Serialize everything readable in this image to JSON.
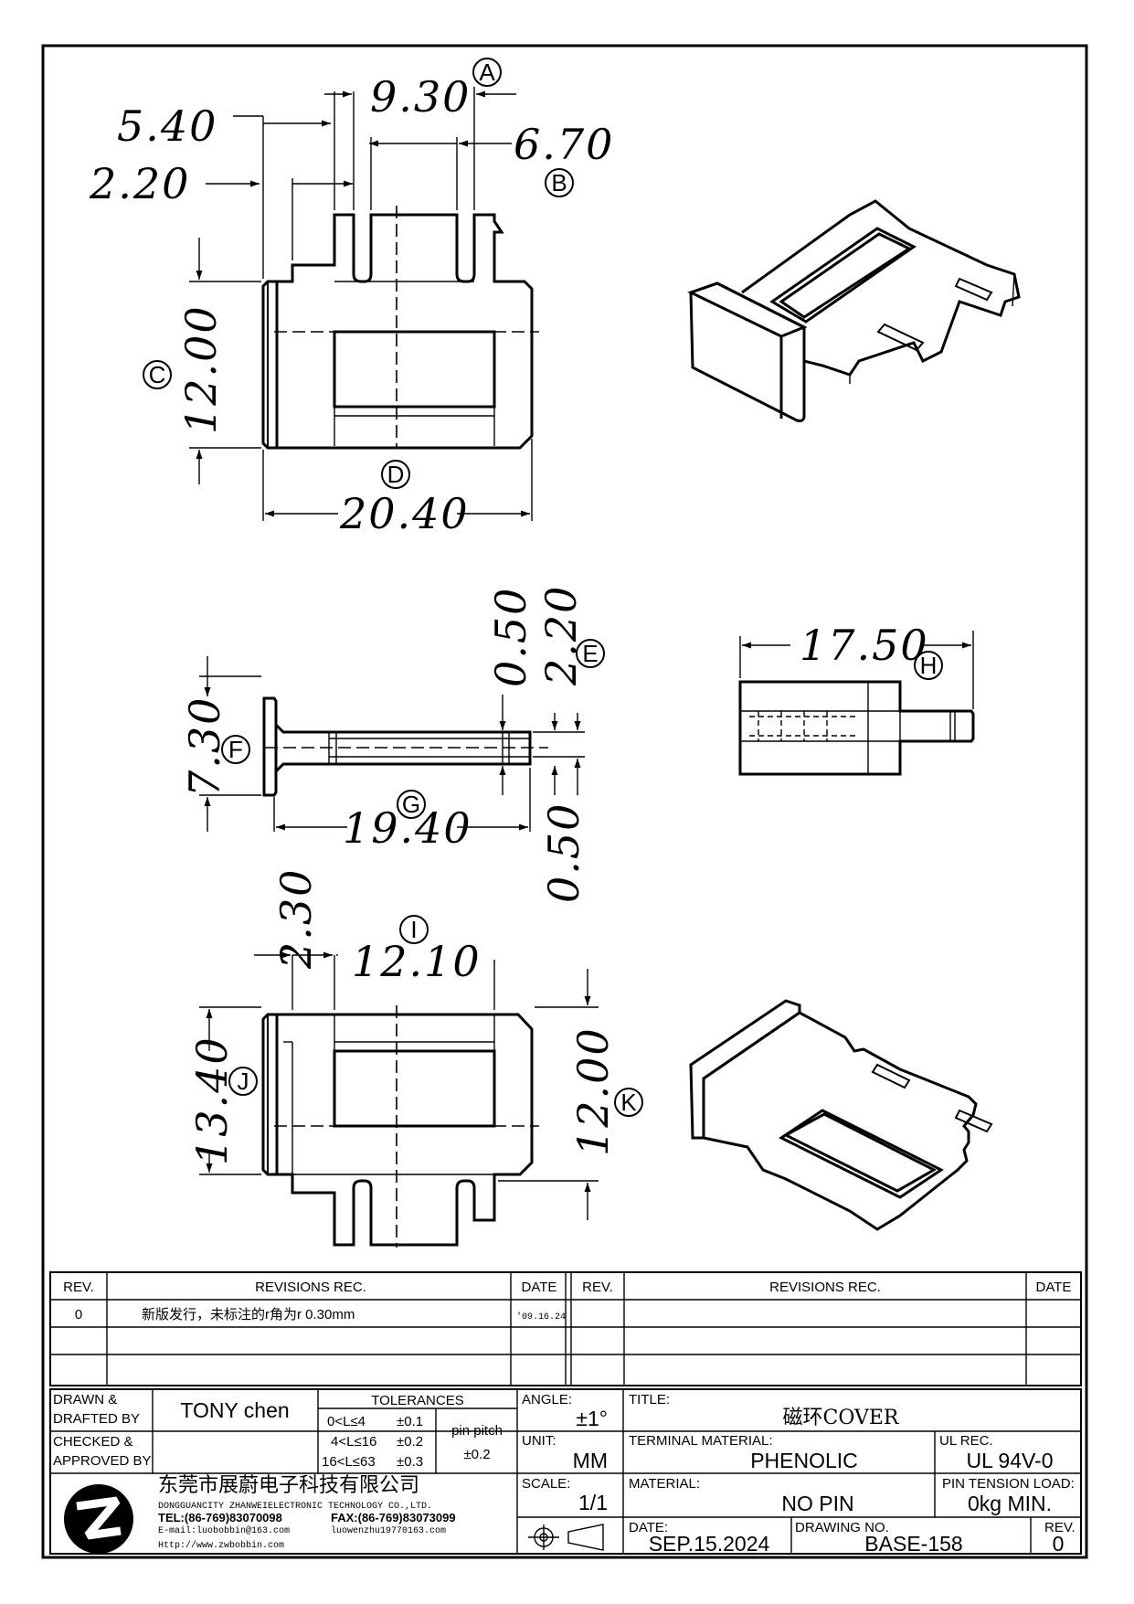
{
  "dimensions": {
    "a": "9.30",
    "b": "5.40",
    "c": "2.20",
    "d": "6.70",
    "e": "12.00",
    "f": "20.40",
    "g": "0.50",
    "h": "2.20",
    "i": "7.30",
    "j": "19.40",
    "k": "0.50",
    "l": "17.50",
    "m": "2.30",
    "n": "12.10",
    "o": "13.40",
    "p": "12.00"
  },
  "labels": [
    "A",
    "B",
    "C",
    "D",
    "E",
    "F",
    "G",
    "H",
    "I",
    "J",
    "K"
  ],
  "revisions": {
    "headers": {
      "rev": "REV.",
      "rec": "REVISIONS   REC.",
      "date": "DATE"
    },
    "rows": [
      {
        "rev": "0",
        "rec": "新版发行，未标注的r角为r 0.30mm",
        "date": "'09.16.24"
      },
      {
        "rev": "",
        "rec": "",
        "date": ""
      },
      {
        "rev": "",
        "rec": "",
        "date": ""
      }
    ]
  },
  "title_block": {
    "drawn_label_1": "DRAWN &",
    "drawn_label_2": "DRAFTED BY",
    "drawn_value": "TONY chen",
    "checked_label_1": "CHECKED &",
    "checked_label_2": "APPROVED BY",
    "checked_value": "",
    "tolerances_title": "TOLERANCES",
    "tol_rows": [
      {
        "range": "0<L≤4",
        "tol": "±0.1"
      },
      {
        "range": "4<L≤16",
        "tol": "±0.2"
      },
      {
        "range": "16<L≤63",
        "tol": "±0.3"
      }
    ],
    "pin_pitch_label": "pin pitch",
    "pin_pitch_value": "±0.2",
    "angle_label": "ANGLE:",
    "angle_value": "±1°",
    "unit_label": "UNIT:",
    "unit_value": "MM",
    "scale_label": "SCALE:",
    "scale_value": "1/1",
    "title_label": "TITLE:",
    "title_value": "磁环COVER",
    "terminal_label": "TERMINAL MATERIAL:",
    "terminal_value": "PHENOLIC",
    "ul_label": "UL REC.",
    "ul_value": "UL 94V-0",
    "material_label": "MATERIAL:",
    "material_value": "NO PIN",
    "tension_label": "PIN TENSION LOAD:",
    "tension_value": "0kg MIN.",
    "date_label": "DATE:",
    "date_value": "SEP.15.2024",
    "drawing_no_label": "DRAWING NO.",
    "drawing_no_value": "BASE-158",
    "rev_label": "REV.",
    "rev_value": "0",
    "company_cn": "东莞市展蔚电子科技有限公司",
    "company_en": "DONGGUANCITY ZHANWEIELECTRONIC TECHNOLOGY CO.,LTD.",
    "tel": "TEL:(86-769)83070098",
    "fax": "FAX:(86-769)83073099",
    "email": "E-mail:luobobbin@163.com",
    "email2": "luowenzhu19770163.com",
    "web": "Http://www.zwbobbin.com"
  }
}
